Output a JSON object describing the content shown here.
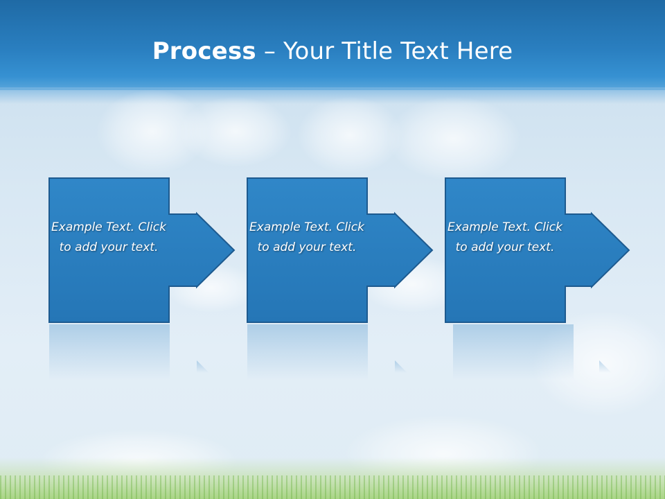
{
  "title": {
    "bold": "Process",
    "rest": " – Your Title Text Here"
  },
  "steps": [
    {
      "text": "Example Text. Click  to add your text."
    },
    {
      "text": "Example Text. Click  to add your text."
    },
    {
      "text": "Example Text. Click  to add your text."
    }
  ],
  "colors": {
    "header": "#2a7fc0",
    "box_fill": "#2a7fc0",
    "box_border": "#1d5a8f",
    "text": "#ffffff"
  }
}
